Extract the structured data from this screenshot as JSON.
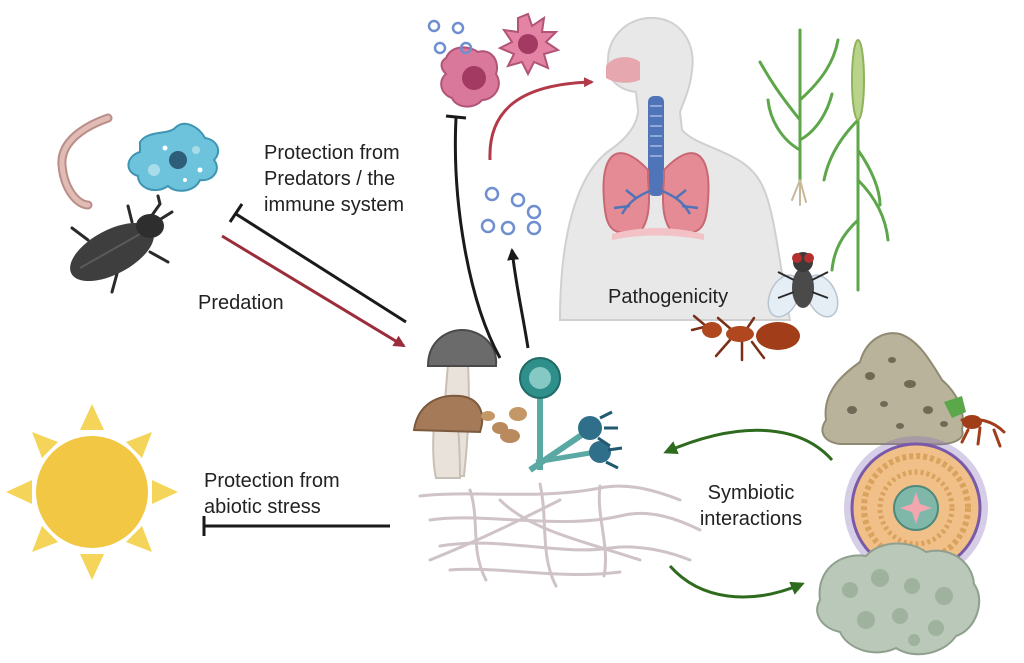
{
  "labels": {
    "protection_predators": [
      "Protection from",
      "Predators / the",
      "immune system"
    ],
    "predation": "Predation",
    "pathogenicity": "Pathogenicity",
    "protection_abiotic": [
      "Protection from",
      "abiotic stress"
    ],
    "symbiotic": [
      "Symbiotic",
      "interactions"
    ]
  },
  "colors": {
    "predation_arrow": "#9b2d3a",
    "inhibit_arrow": "#1a1a1a",
    "pathogen_arrow": "#b23a48",
    "symbiotic_arrow": "#2e6b1f",
    "sun": "#f2c744",
    "sun_rays": "#f5d45a",
    "hyphae": "#cfc3c8",
    "lung": "#e58b95",
    "airway": "#4f74b8",
    "spore": "#6f8fd0",
    "immune_cell": "#d9789a",
    "amoeba": "#6ec3dc",
    "beetle": "#3e3e3e",
    "worm": "#c9a09a",
    "plant": "#5da64a",
    "fungus_conidiophore": "#2f8f8a",
    "lichen": "#b9c8b8",
    "rock": "#b8b39a"
  },
  "icons": [
    "worm-icon",
    "amoeba-icon",
    "beetle-icon",
    "immune-cell-icon",
    "spore-icon",
    "human-lungs-icon",
    "plant-icon",
    "fly-icon",
    "ant-icon",
    "mushroom-icon",
    "aspergillus-icon",
    "hyphae-icon",
    "sun-icon",
    "rock-icon",
    "lichen-icon",
    "root-cross-section-icon"
  ]
}
